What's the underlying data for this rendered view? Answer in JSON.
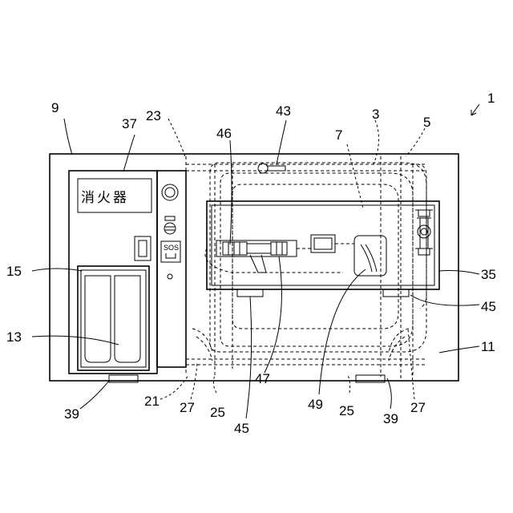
{
  "figure": {
    "labels": {
      "l1": "1",
      "l3": "3",
      "l5": "5",
      "l7": "7",
      "l9": "9",
      "l11": "11",
      "l13": "13",
      "l15": "15",
      "l21": "21",
      "l23": "23",
      "l25a": "25",
      "l25b": "25",
      "l27a": "27",
      "l27b": "27",
      "l35": "35",
      "l37": "37",
      "l39a": "39",
      "l39b": "39",
      "l43": "43",
      "l45a": "45",
      "l45b": "45",
      "l46": "46",
      "l47": "47",
      "l49": "49"
    },
    "panel_text": "消火器",
    "sos_text": "SOS"
  }
}
